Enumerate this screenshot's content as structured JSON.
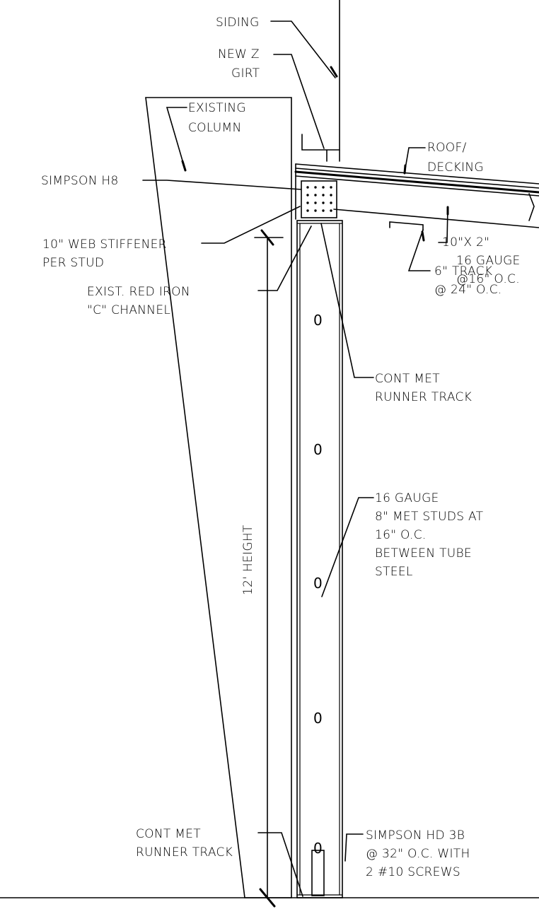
{
  "labels": {
    "siding": "SIDING",
    "new_z_girt": [
      "NEW Z",
      "GIRT"
    ],
    "existing_column": [
      "EXISTING",
      "COLUMN"
    ],
    "roof_decking": [
      "ROOF/",
      "DECKING"
    ],
    "simpson_h8": "SIMPSON H8",
    "web_stiffener": [
      "10\" WEB STIFFENER",
      "PER STUD"
    ],
    "joist": [
      "10\"X 2\"",
      "16 GAUGE",
      "@16\" O.C."
    ],
    "red_iron": [
      "EXIST. RED IRON",
      "\"C\" CHANNEL"
    ],
    "track_6": [
      "6\" TRACK",
      "@ 24\" O.C."
    ],
    "runner_track_top": [
      "CONT MET",
      "RUNNER TRACK"
    ],
    "studs": [
      "16 GAUGE",
      "8\" MET STUDS AT",
      "16\" O.C.",
      "BETWEEN TUBE",
      "STEEL"
    ],
    "height": "12' HEIGHT",
    "runner_track_bottom": [
      "CONT MET",
      "RUNNER TRACK"
    ],
    "simpson_hd3b": [
      "SIMPSON HD 3B",
      "@ 32\" O.C. WITH",
      "2 #10 SCREWS"
    ]
  },
  "stud_holes": "0"
}
